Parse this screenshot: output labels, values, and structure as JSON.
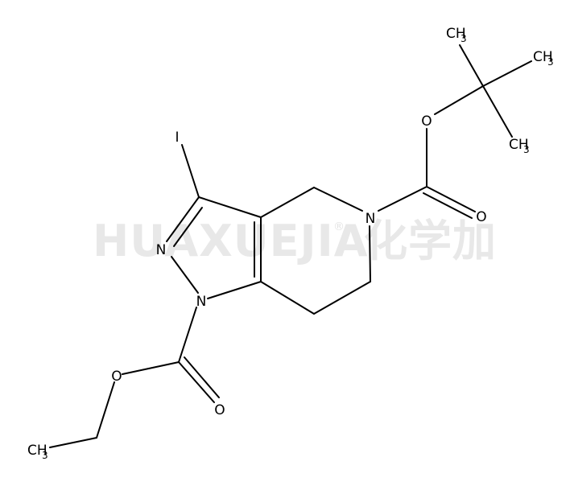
{
  "watermark": {
    "brand": "HUAXUEJIA",
    "registered": "®",
    "chinese": "化学加"
  },
  "atoms": {
    "iodine": "I",
    "n_pyrazole_2": "N",
    "n_pyrazole_1": "N",
    "n_piperidine": "N",
    "o_boc_ester": "O",
    "o_boc_carbonyl": "O",
    "o_ethyl_ester": "O",
    "o_ethyl_carbonyl": "O"
  },
  "methyl_groups": {
    "label": "CH",
    "subscript": "3"
  }
}
